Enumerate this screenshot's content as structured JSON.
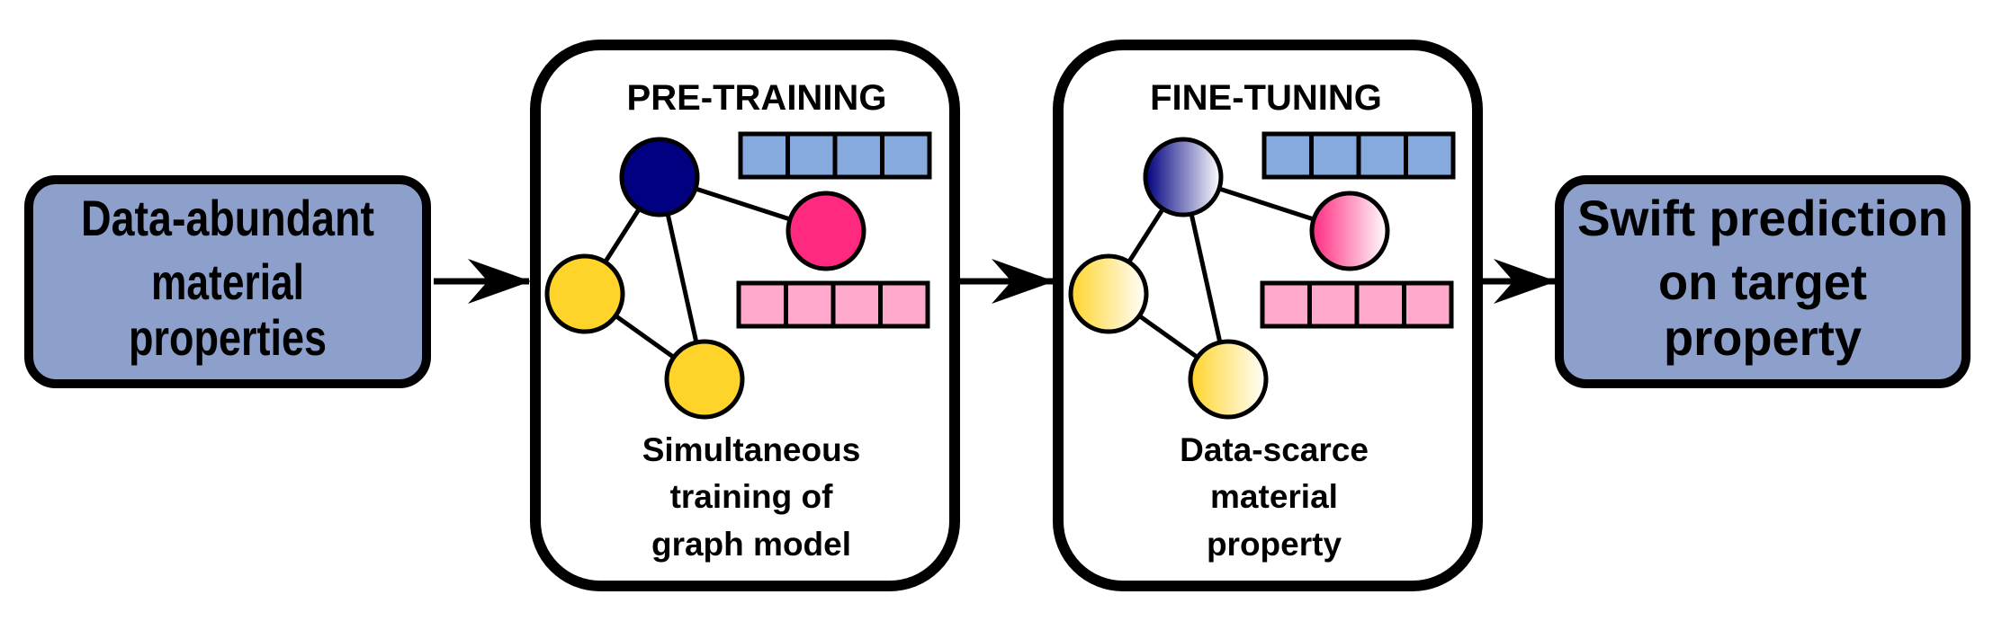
{
  "colors": {
    "io_box_fill": "#8CA0CB",
    "stage_box_fill": "#FFFFFF",
    "stroke": "#000000",
    "node_navy": "#000080",
    "node_pink": "#FF2A7F",
    "node_yellow": "#FFD42A",
    "vector_blue": "#87AADE",
    "vector_pink": "#FFAACC"
  },
  "input_box": {
    "lines": [
      "Data-abundant",
      "material",
      "properties"
    ]
  },
  "pretraining": {
    "title": "PRE-TRAINING",
    "caption_lines": [
      "Simultaneous",
      "training of",
      "graph model"
    ],
    "node_style": "solid"
  },
  "finetuning": {
    "title": "FINE-TUNING",
    "caption_lines": [
      "Data-scarce",
      "material",
      "property"
    ],
    "node_style": "gradient"
  },
  "output_box": {
    "lines": [
      "Swift prediction",
      "on target",
      "property"
    ]
  },
  "graph": {
    "nodes": [
      {
        "id": "hub",
        "color": "node_navy"
      },
      {
        "id": "target",
        "color": "node_pink"
      },
      {
        "id": "left",
        "color": "node_yellow"
      },
      {
        "id": "bottom",
        "color": "node_yellow"
      }
    ],
    "edges": [
      [
        "hub",
        "target"
      ],
      [
        "hub",
        "left"
      ],
      [
        "hub",
        "bottom"
      ],
      [
        "left",
        "bottom"
      ]
    ],
    "vectors": [
      {
        "id": "blue-vector",
        "color": "vector_blue",
        "cells": 4
      },
      {
        "id": "pink-vector",
        "color": "vector_pink",
        "cells": 4
      }
    ]
  },
  "flow": [
    "input_box",
    "pretraining",
    "finetuning",
    "output_box"
  ]
}
